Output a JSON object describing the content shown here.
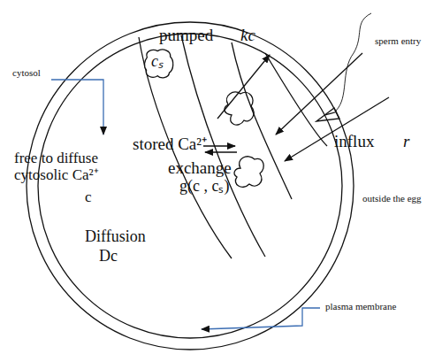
{
  "diagram": {
    "nodes": [
      {
        "text": [
          "cₛ"
        ]
      }
    ],
    "labels": [
      "pumped",
      "kc",
      "cytosol",
      "stored Ca²⁺",
      "exchange",
      "g(c , cₛ)",
      "free to diffuse cytosolic Ca²⁺",
      "c",
      "Diffusion",
      "Dc",
      "influx",
      "r",
      "sperm entry",
      "outside the egg",
      "plasma membrane"
    ]
  }
}
